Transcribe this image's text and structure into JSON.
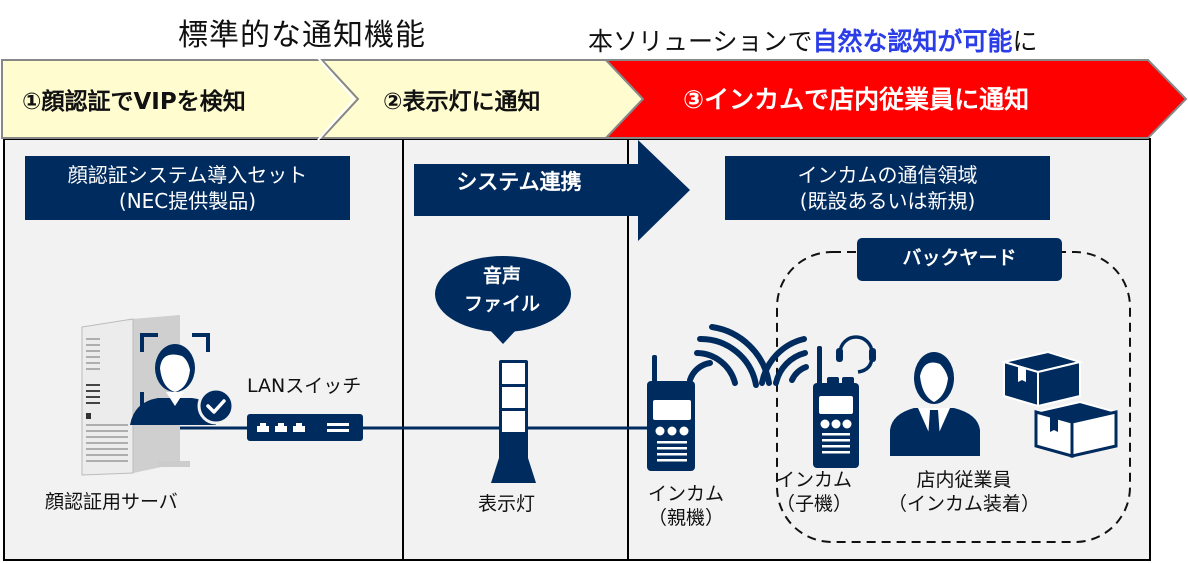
{
  "header": {
    "left_title": "標準的な通知機能",
    "right_title_prefix": "本ソリューションで",
    "right_title_highlight": "自然な認知が可能",
    "right_title_suffix": "に"
  },
  "steps": [
    {
      "label": "①顔認証でVIPを検知",
      "fill": "#fffdd0",
      "text_color": "#111111"
    },
    {
      "label": "②表示灯に通知",
      "fill": "#fffdd0",
      "text_color": "#111111"
    },
    {
      "label": "③インカムで店内従業員に通知",
      "fill": "#ff0000",
      "text_color": "#ffffff"
    }
  ],
  "sections": {
    "face_system": {
      "title_line1": "顔認証システム導入セット",
      "title_line2": "(NEC提供製品)",
      "server_label": "顔認証用サーバ",
      "switch_label": "LANスイッチ"
    },
    "integration": {
      "arrow_label": "システム連携",
      "bubble_line1": "音声",
      "bubble_line2": "ファイル",
      "signal_light_label": "表示灯"
    },
    "intercom_area": {
      "title_line1": "インカムの通信領域",
      "title_line2": "(既設あるいは新規)",
      "base_unit_line1": "インカム",
      "base_unit_line2": "（親機）",
      "backyard_label": "バックヤード",
      "handset_line1": "インカム",
      "handset_line2": "（子機）",
      "staff_line1": "店内従業員",
      "staff_line2": "（インカム装着）"
    }
  },
  "colors": {
    "navy": "#002b5e",
    "panel_bg": "#f2f2f2",
    "highlight_blue": "#2b3de8",
    "step_red": "#ff0000",
    "step_cream": "#fffdd0"
  }
}
